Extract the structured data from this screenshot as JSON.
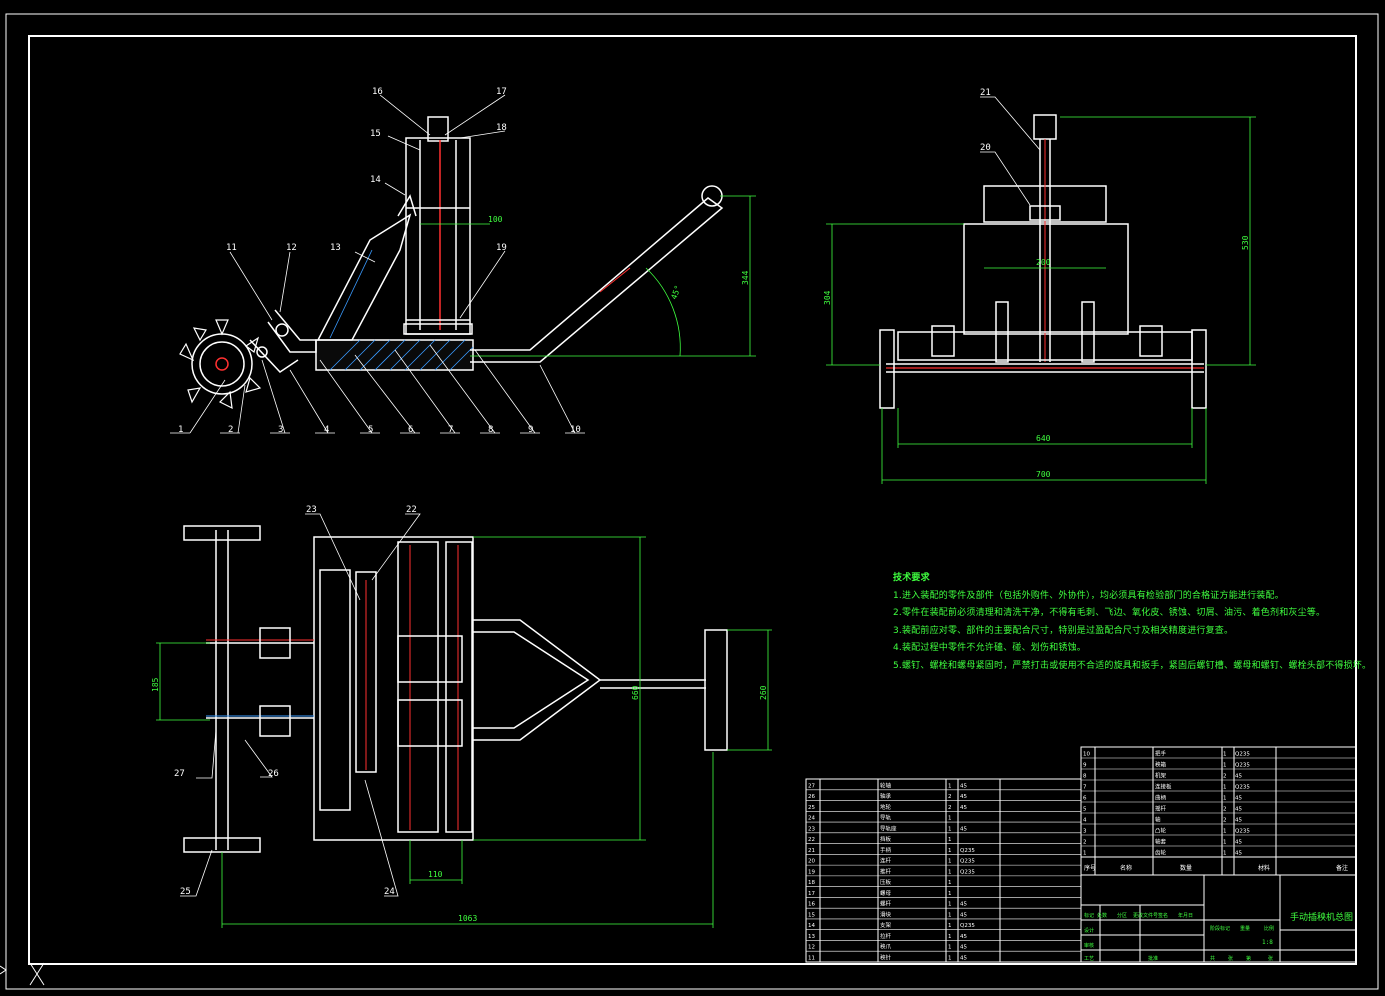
{
  "drawing": {
    "title_cn": "手动插秧机总图",
    "scale": "1:8"
  },
  "tech_notes": {
    "heading": "技术要求",
    "items": [
      "1.进入装配的零件及部件（包括外购件、外协件），均必须具有检验部门的合格证方能进行装配。",
      "2.零件在装配前必须清理和清洗干净，不得有毛刺、飞边、氧化皮、锈蚀、切屑、油污、着色剂和灰尘等。",
      "3.装配前应对零、部件的主要配合尺寸，特别是过盈配合尺寸及相关精度进行复查。",
      "4.装配过程中零件不允许磕、碰、划伤和锈蚀。",
      "5.螺钉、螺栓和螺母紧固时，严禁打击或使用不合适的旋具和扳手，紧固后螺钉槽、螺母和螺钉、螺栓头部不得损坏。"
    ]
  },
  "side_view": {
    "part_labels": [
      "1",
      "2",
      "3",
      "4",
      "5",
      "6",
      "7",
      "8",
      "9",
      "10",
      "11",
      "12",
      "13",
      "14",
      "15",
      "16",
      "17",
      "18",
      "19"
    ],
    "dims": {
      "height": "344",
      "angle": "45°",
      "inner": "100"
    }
  },
  "end_view": {
    "part_labels": [
      "21",
      "20"
    ],
    "dims": {
      "width_inner": "640",
      "width_outer": "700",
      "height_left": "304",
      "height_total": "530",
      "top": "200"
    }
  },
  "plan_view": {
    "part_labels": [
      "22",
      "23",
      "24",
      "25",
      "26",
      "27"
    ],
    "dims": {
      "length": "1063",
      "span": "185",
      "width": "660",
      "handle": "260",
      "gap": "110"
    }
  },
  "bom_left": {
    "rows": [
      [
        "27",
        "轮轴",
        "1",
        "45"
      ],
      [
        "26",
        "轴承",
        "2",
        "45"
      ],
      [
        "25",
        "地轮",
        "2",
        "45"
      ],
      [
        "24",
        "导轨",
        "1",
        ""
      ],
      [
        "23",
        "导轨座",
        "1",
        "45"
      ],
      [
        "22",
        "挡板",
        "1",
        ""
      ],
      [
        "21",
        "手柄",
        "1",
        "Q235"
      ],
      [
        "20",
        "连杆",
        "1",
        "Q235"
      ],
      [
        "19",
        "推杆",
        "1",
        "Q235"
      ],
      [
        "18",
        "压板",
        "1",
        ""
      ],
      [
        "17",
        "螺母",
        "1",
        ""
      ],
      [
        "16",
        "螺杆",
        "1",
        "45"
      ],
      [
        "15",
        "滑块",
        "1",
        "45"
      ],
      [
        "14",
        "支架",
        "1",
        "Q235"
      ],
      [
        "13",
        "拉杆",
        "1",
        "45"
      ],
      [
        "12",
        "秧爪",
        "1",
        "45"
      ],
      [
        "11",
        "秧针",
        "1",
        "45"
      ]
    ]
  },
  "bom_right": {
    "rows": [
      [
        "10",
        "把手",
        "1",
        "Q235"
      ],
      [
        "9",
        "秧箱",
        "1",
        "Q235"
      ],
      [
        "8",
        "机架",
        "2",
        "45"
      ],
      [
        "7",
        "连接板",
        "1",
        "Q235"
      ],
      [
        "6",
        "曲柄",
        "1",
        "45"
      ],
      [
        "5",
        "摇杆",
        "2",
        "45"
      ],
      [
        "4",
        "轴",
        "2",
        "45"
      ],
      [
        "3",
        "凸轮",
        "1",
        "Q235"
      ],
      [
        "2",
        "轴套",
        "1",
        "45"
      ],
      [
        "1",
        "齿轮",
        "1",
        "45"
      ]
    ],
    "header": [
      "序号",
      "名称",
      "数量",
      "材料",
      "备注"
    ]
  },
  "title_block": {
    "labels": [
      "标记",
      "处数",
      "分区",
      "更改文件号",
      "签名",
      "年月日",
      "设计",
      "审核",
      "工艺",
      "批准",
      "阶段标记",
      "重量",
      "比例",
      "共",
      "张",
      "第",
      "张"
    ]
  }
}
